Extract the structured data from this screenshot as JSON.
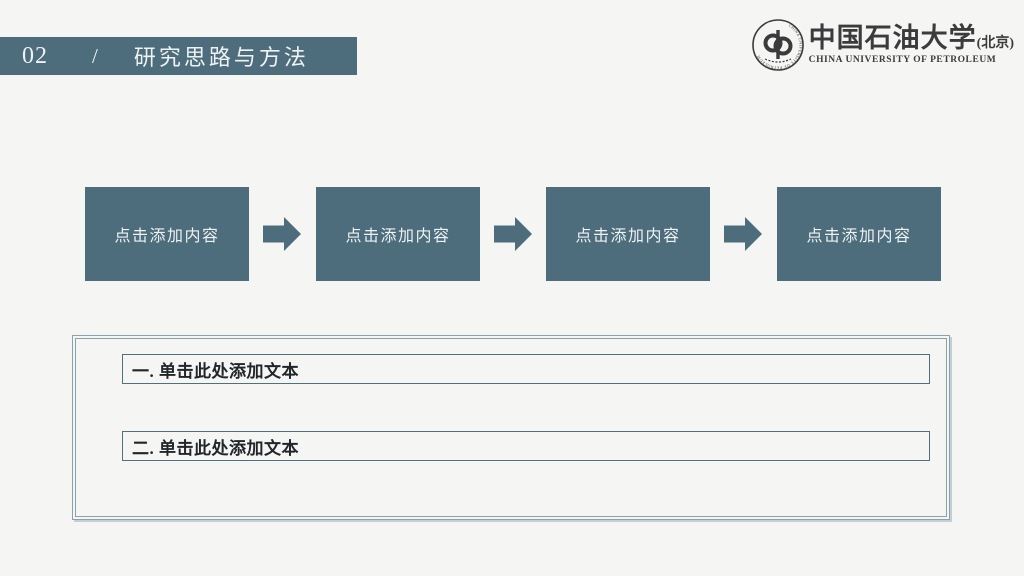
{
  "slide": {
    "bg": "#f5f5f3"
  },
  "colors": {
    "accent": "#4d6d7d",
    "panel_border": "#8ba1ac",
    "note_border": "#51707f",
    "text_dark": "#20262a",
    "logo_ink": "#3b3b3d",
    "light_text": "#eef2f2"
  },
  "header": {
    "number": "02",
    "separator": "/",
    "title": "研究思路与方法"
  },
  "logo": {
    "name_zh": "中国石油大学",
    "name_suffix": "(北京)",
    "name_en": "CHINA UNIVERSITY OF PETROLEUM",
    "seal_arc_text": "CHINA UNIVERSITY OF PETROLEUM"
  },
  "flow": {
    "steps": [
      {
        "label": "点击添加内容"
      },
      {
        "label": "点击添加内容"
      },
      {
        "label": "点击添加内容"
      },
      {
        "label": "点击添加内容"
      }
    ]
  },
  "notes": {
    "items": [
      {
        "label": "一. 单击此处添加文本"
      },
      {
        "label": "二. 单击此处添加文本"
      }
    ]
  }
}
